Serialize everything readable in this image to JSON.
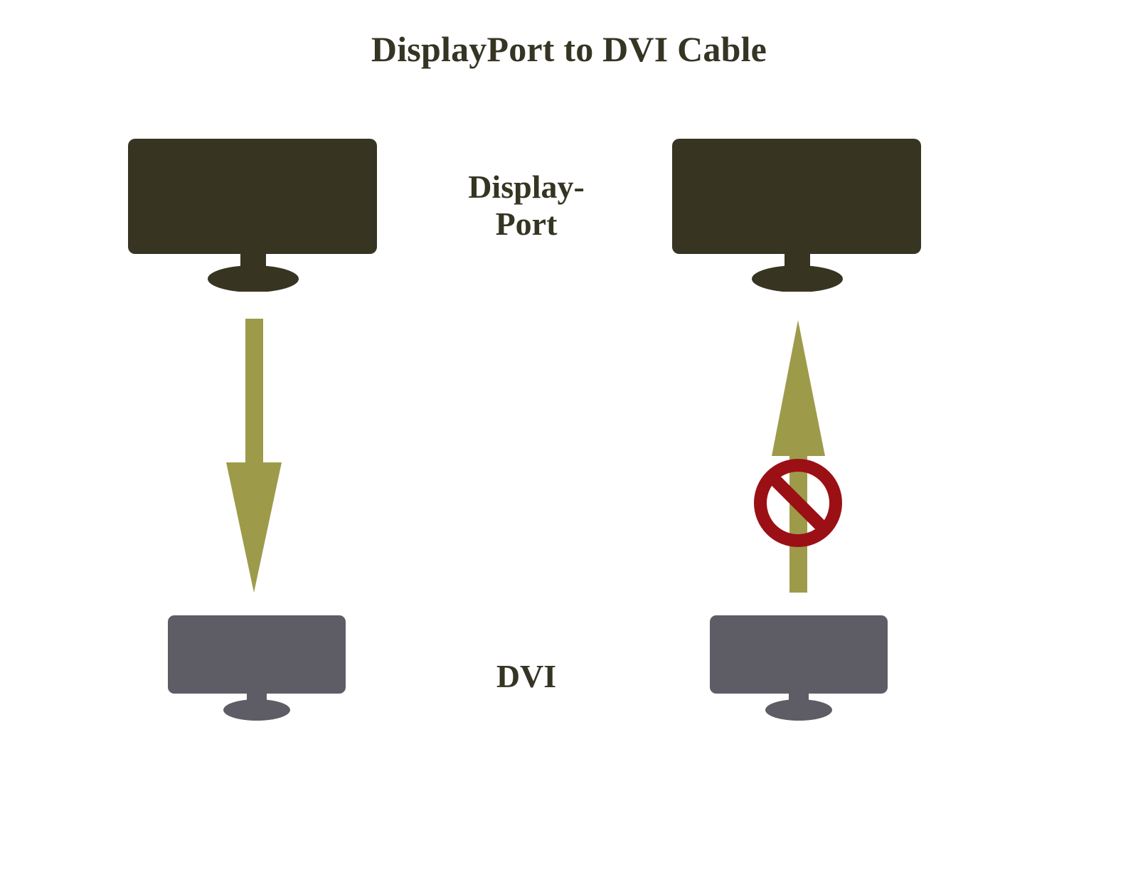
{
  "title": "DisplayPort to DVI Cable",
  "labels": {
    "displayport_line1": "Display-",
    "displayport_line2": "Port",
    "dvi": "DVI"
  },
  "colors": {
    "background": "#ffffff",
    "text": "#363423",
    "displayport_monitor": "#373522",
    "dvi_monitor": "#5E5D66",
    "arrow": "#9D9B4A",
    "prohibition": "#9B1015"
  },
  "diagram": {
    "type": "connection-compatibility",
    "columns": [
      {
        "name": "supported-direction",
        "source_device": "DisplayPort monitor",
        "target_device": "DVI monitor",
        "arrow_direction": "down",
        "allowed": true,
        "prohibition_sign": false
      },
      {
        "name": "unsupported-direction",
        "source_device": "DVI monitor",
        "target_device": "DisplayPort monitor",
        "arrow_direction": "up",
        "allowed": false,
        "prohibition_sign": true
      }
    ],
    "rows": [
      {
        "name": "top-row",
        "label": "Display-Port",
        "device_color": "#373522"
      },
      {
        "name": "bottom-row",
        "label": "DVI",
        "device_color": "#5E5D66"
      }
    ]
  }
}
